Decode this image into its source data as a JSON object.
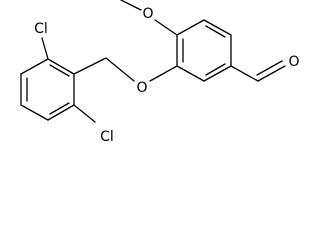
{
  "molecule": {
    "atoms": {
      "chlorine_top": "Cl",
      "chlorine_bottom": "Cl",
      "ether_oxygen": "O",
      "methoxy_oxygen": "O",
      "aldehyde_oxygen": "O"
    },
    "colors": {
      "bond": "#000000",
      "label": "#000000",
      "background": "#ffffff"
    }
  }
}
